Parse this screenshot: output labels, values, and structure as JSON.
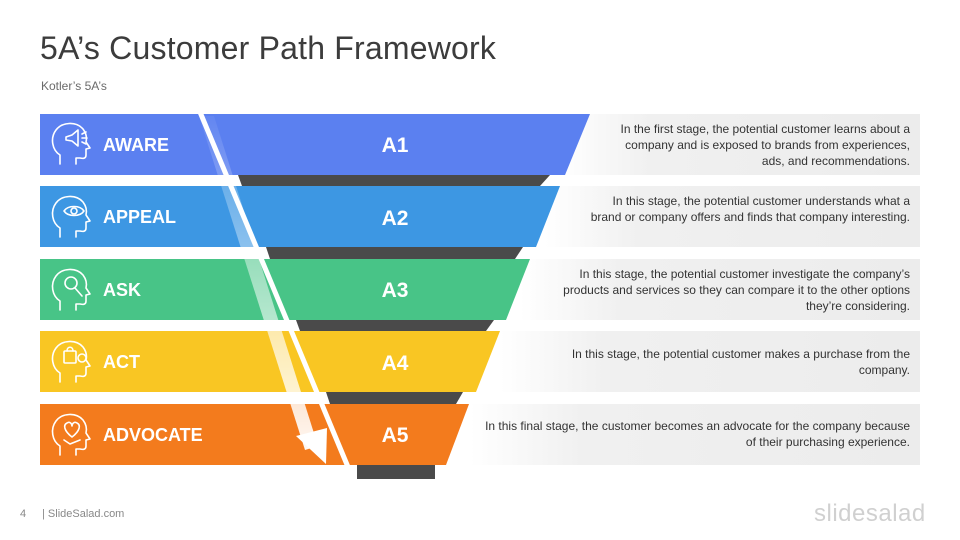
{
  "header": {
    "title": "5A’s Customer Path Framework",
    "subtitle": "Kotler’s 5A’s"
  },
  "colors": {
    "aware": "#5b80f0",
    "appeal": "#3d97e3",
    "ask": "#48c487",
    "act": "#f9c623",
    "advocate": "#f37b1d",
    "stem": "#4a4a4a"
  },
  "stages": [
    {
      "label": "AWARE",
      "code": "A1",
      "icon": "megaphone-head-icon",
      "color": "#5b80f0",
      "description": "In the first stage, the potential customer learns about a company and is exposed to brands from experiences, ads, and recommendations."
    },
    {
      "label": "APPEAL",
      "code": "A2",
      "icon": "eye-head-icon",
      "color": "#3d97e3",
      "description": "In this stage, the potential customer understands what a brand or company offers and finds that company interesting."
    },
    {
      "label": "ASK",
      "code": "A3",
      "icon": "magnifier-head-icon",
      "color": "#48c487",
      "description": "In this stage, the potential customer investigate the company’s products and services so they can compare it to the other options they’re considering."
    },
    {
      "label": "ACT",
      "code": "A4",
      "icon": "shopping-bag-head-icon",
      "color": "#f9c623",
      "description": "In this stage, the potential customer makes a purchase from the company."
    },
    {
      "label": "ADVOCATE",
      "code": "A5",
      "icon": "heart-hand-head-icon",
      "color": "#f37b1d",
      "description": "In this final stage, the customer becomes an advocate for the company because of their purchasing experience."
    }
  ],
  "footer": {
    "page": "4",
    "site": "| SlideSalad.com",
    "brand": "slidesalad"
  }
}
